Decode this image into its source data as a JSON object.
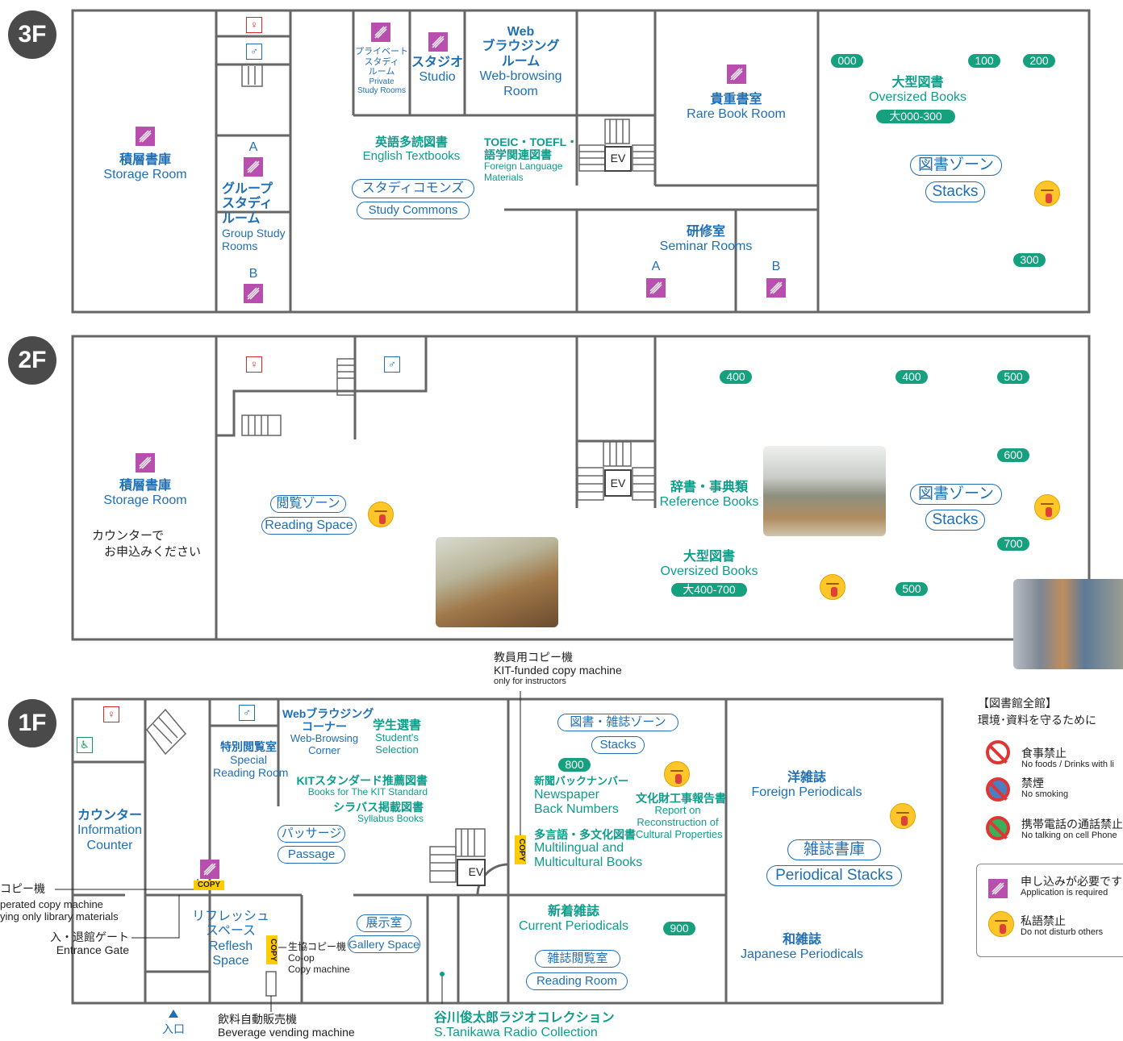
{
  "floors": {
    "f3": {
      "badge": "3F",
      "storage": {
        "ja": "積層書庫",
        "en": "Storage Room"
      },
      "private_study": {
        "ja_lines": [
          "プライベート",
          "スタディ",
          "ルーム"
        ],
        "en_lines": [
          "Private",
          "Study Rooms"
        ]
      },
      "studio": {
        "ja": "スタジオ",
        "en": "Studio"
      },
      "web": {
        "ja_lines": [
          "Web",
          "ブラウジング",
          "ルーム"
        ],
        "en_lines": [
          "Web-browsing",
          "Room"
        ]
      },
      "group": {
        "a": "A",
        "b": "B",
        "ja_lines": [
          "グループ",
          "スタディ",
          "ルーム"
        ],
        "en_lines": [
          "Group Study",
          "Rooms"
        ]
      },
      "english": {
        "ja": "英語多読図書",
        "en": "English Textbooks"
      },
      "toefl": {
        "ja_lines": [
          "TOEIC・TOEFL・",
          "語学関連図書"
        ],
        "en_lines": [
          "Foreign Language",
          "Materials"
        ]
      },
      "commons": {
        "ja": "スタディコモンズ",
        "en": "Study Commons"
      },
      "ev": "EV",
      "rare": {
        "ja": "貴重書室",
        "en": "Rare Book Room"
      },
      "seminar": {
        "ja": "研修室",
        "en": "Seminar Rooms",
        "a": "A",
        "b": "B"
      },
      "oversized": {
        "ja": "大型図書",
        "en": "Oversized Books",
        "range": "大000-300"
      },
      "stacks": {
        "ja": "図書ゾーン",
        "en": "Stacks"
      },
      "pills": [
        "000",
        "100",
        "200",
        "300"
      ]
    },
    "f2": {
      "badge": "2F",
      "storage": {
        "ja": "積層書庫",
        "en": "Storage Room"
      },
      "counter_note": [
        "カウンターで",
        "お申込みください"
      ],
      "reading": {
        "ja": "閲覧ゾーン",
        "en": "Reading Space"
      },
      "ev": "EV",
      "reference": {
        "ja": "辞書・事典類",
        "en": "Reference Books"
      },
      "oversized": {
        "ja": "大型図書",
        "en": "Oversized Books",
        "range": "大400-700"
      },
      "stacks": {
        "ja": "図書ゾーン",
        "en": "Stacks"
      },
      "pills": [
        "400",
        "400",
        "500",
        "600",
        "700",
        "500"
      ]
    },
    "f1": {
      "badge": "1F",
      "copy_instructors": [
        "教員用コピー機",
        "KIT-funded copy machine",
        "only for instructors"
      ],
      "web_corner": {
        "ja_lines": [
          "Webブラウジング",
          "コーナー"
        ],
        "en_lines": [
          "Web-Browsing",
          "Corner"
        ]
      },
      "student": {
        "ja": "学生選書",
        "en_lines": [
          "Student's",
          "Selection"
        ]
      },
      "special": {
        "ja": "特別閲覧室",
        "en_lines": [
          "Special",
          "Reading Room"
        ]
      },
      "kit": {
        "ja": "KITスタンダード推薦図書",
        "en": "Books for The KIT Standard"
      },
      "syllabus": {
        "ja": "シラバス掲載図書",
        "en": "Syllabus Books"
      },
      "passage": {
        "ja": "パッサージュ",
        "en": "Passage"
      },
      "counter": {
        "ja": "カウンター",
        "en_lines": [
          "Information",
          "Counter"
        ]
      },
      "ev": "EV",
      "books_zone": {
        "ja": "図書・雑誌ゾーン",
        "en": "Stacks"
      },
      "pill800": "800",
      "newspaper": {
        "ja": "新聞バックナンバー",
        "en_lines": [
          "Newspaper",
          "Back Numbers"
        ]
      },
      "cultural": {
        "ja": "文化財工事報告書",
        "en_lines": [
          "Report on",
          "Reconstruction of",
          "Cultural Properties"
        ]
      },
      "multi": {
        "ja": "多言語・多文化図書",
        "en_lines": [
          "Multilingual and",
          "Multicultural Books"
        ]
      },
      "foreign": {
        "ja": "洋雑誌",
        "en": "Foreign Periodicals"
      },
      "periodical_stacks": {
        "ja": "雑誌書庫",
        "en": "Periodical Stacks"
      },
      "self_copy": {
        "ja": "コピー機",
        "en_lines": [
          "perated copy machine",
          "ying only library materials"
        ]
      },
      "refresh": {
        "ja_lines": [
          "リフレッシュ",
          "スペース"
        ],
        "en_lines": [
          "Reflesh",
          "Space"
        ]
      },
      "coop": {
        "ja": "生協コピー機",
        "en_lines": [
          "Co-op",
          "Copy machine"
        ]
      },
      "gallery": {
        "ja": "展示室",
        "en": "Gallery Space"
      },
      "new_mag": {
        "ja": "新着雑誌",
        "en": "Current Periodicals"
      },
      "mag_reading": {
        "ja": "雑誌閲覧室",
        "en": "Reading Room"
      },
      "pill900": "900",
      "japanese": {
        "ja": "和雑誌",
        "en": "Japanese Periodicals"
      },
      "gate": {
        "ja": "入・退館ゲート",
        "en": "Entrance Gate"
      },
      "entrance": "入口",
      "vending": {
        "ja": "飲料自動販売機",
        "en": "Beverage vending machine"
      },
      "radio": {
        "ja": "谷川俊太郎ラジオコレクション",
        "en": "S.Tanikawa Radio Collection"
      },
      "copy_tag": "COPY"
    }
  },
  "legend": {
    "title": "【図書館全館】",
    "subtitle": "環境･資料を守るために",
    "rules": [
      {
        "icon": "no-food-icon",
        "ja": "食事禁止",
        "en": "No foods / Drinks with li"
      },
      {
        "icon": "no-smoking-icon",
        "ja": "禁煙",
        "en": "No smoking"
      },
      {
        "icon": "no-phone-icon",
        "ja": "携帯電話の通話禁止",
        "en": "No talking on cell Phone"
      }
    ],
    "application": {
      "ja": "申し込みが必要です",
      "en": "Application is required"
    },
    "quiet": {
      "ja": "私語禁止",
      "en": "Do not disturb others"
    }
  },
  "colors": {
    "wall": "#555555",
    "blue": "#1f6fb5",
    "green": "#0e9d8a",
    "pill": "#15a07e",
    "application": "#b84fae",
    "quiet": "#ffc62a"
  }
}
